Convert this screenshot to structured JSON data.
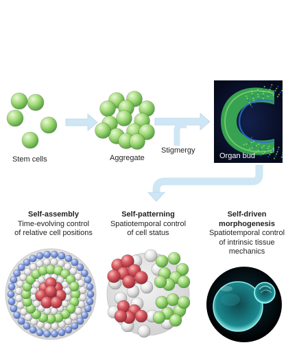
{
  "stages": {
    "stem_cells": "Stem cells",
    "aggregate": "Aggregate",
    "stigmergy": "Stigmergy",
    "organ_bud": "Organ bud"
  },
  "processes": [
    {
      "title": "Self-assembly",
      "desc1": "Time-evolving control",
      "desc2": "of relative cell positions",
      "desc3": ""
    },
    {
      "title": "Self-patterning",
      "desc1": "Spatiotemporal control",
      "desc2": "of cell status",
      "desc3": ""
    },
    {
      "title": "Self-driven",
      "title2": "morphogenesis",
      "desc1": "Spatiotemporal control",
      "desc2": "of intrinsic tissue",
      "desc3": "mechanics"
    }
  ],
  "colors": {
    "stem_green": "#8fd16a",
    "arrow_blue": "#cfe6f5",
    "red_cell": "#d9575f",
    "blue_cell": "#7f9be0",
    "gray_cell": "#e6e6e6",
    "bud_bg": "#0a1026",
    "bud_tissue": "#3fae5a",
    "sphere_cyan": "#5fd9e0"
  }
}
